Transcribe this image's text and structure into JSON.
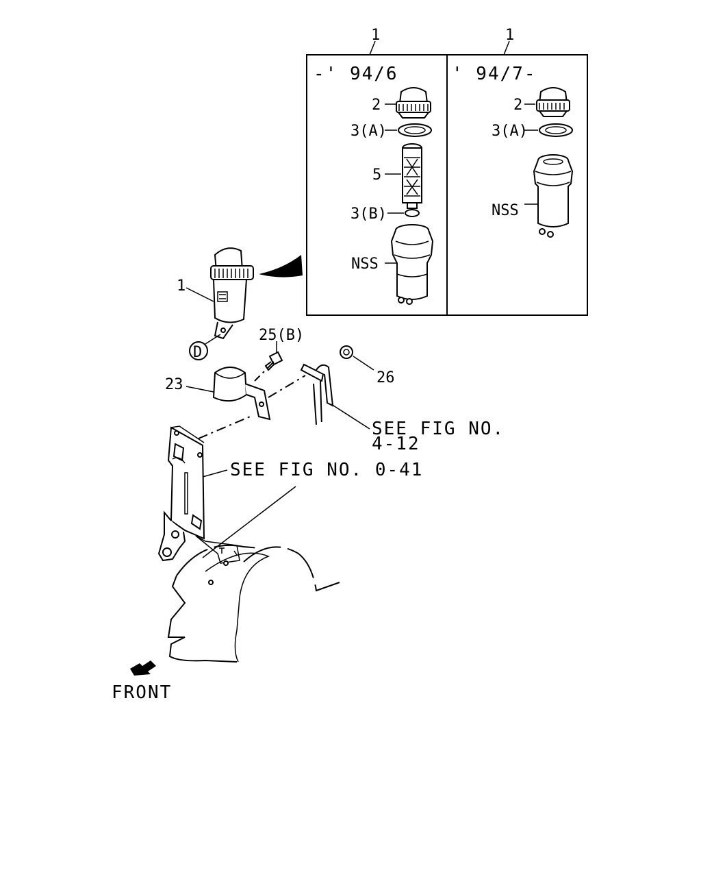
{
  "callouts": {
    "box_left_ref": "1",
    "box_right_ref": "1",
    "left_cap": "2",
    "left_seal_a": "3(A)",
    "left_element": "5",
    "left_seal_b": "3(B)",
    "left_body": "NSS",
    "right_cap": "2",
    "right_seal_a": "3(A)",
    "right_body": "NSS",
    "main_filter": "1",
    "bolt": "25(B)",
    "bracket": "23",
    "nut": "26",
    "ref_circle": "D"
  },
  "box_headers": {
    "left_period": "-' 94/6",
    "right_period": "' 94/7-"
  },
  "references": {
    "see_fig_1_line1": "SEE FIG NO.",
    "see_fig_1_line2": "4-12",
    "see_fig_2": "SEE FIG NO. 0-41"
  },
  "orientation": {
    "front_label": "FRONT"
  }
}
